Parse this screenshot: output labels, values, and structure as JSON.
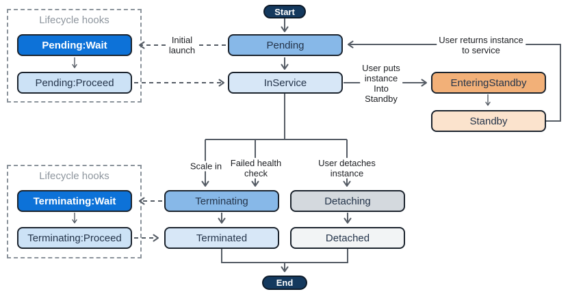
{
  "diagram": {
    "terminals": {
      "start": "Start",
      "end": "End"
    },
    "groups": {
      "top_title": "Lifecycle hooks",
      "bottom_title": "Lifecycle hooks"
    },
    "nodes": {
      "pending_wait": "Pending:Wait",
      "pending_proceed": "Pending:Proceed",
      "terminating_wait": "Terminating:Wait",
      "terminating_proceed": "Terminating:Proceed",
      "pending": "Pending",
      "in_service": "InService",
      "entering_standby": "EnteringStandby",
      "standby": "Standby",
      "terminating": "Terminating",
      "detaching": "Detaching",
      "terminated": "Terminated",
      "detached": "Detached"
    },
    "edge_labels": {
      "initial_launch": "Initial\nlaunch",
      "user_puts_standby": "User puts\ninstance\nInto\nStandby",
      "user_returns": "User returns instance\nto service",
      "scale_in": "Scale in",
      "failed_health_check": "Failed health\ncheck",
      "user_detaches": "User detaches\ninstance"
    },
    "colors": {
      "hook_wait_fill": "#0D72D8",
      "hook_proceed_fill": "#CCE2F6",
      "state_mid_blue_fill": "#87B8E8",
      "state_light_blue_fill": "#D7E7F7",
      "entering_standby_fill": "#F2B078",
      "standby_fill": "#FBE3CD",
      "detaching_fill": "#D4D9DE",
      "detached_fill": "#F2F4F5",
      "terminal_fill": "#14395E",
      "connector": "#545B64",
      "node_border": "#1B232D",
      "group_border": "#8B939B"
    }
  }
}
